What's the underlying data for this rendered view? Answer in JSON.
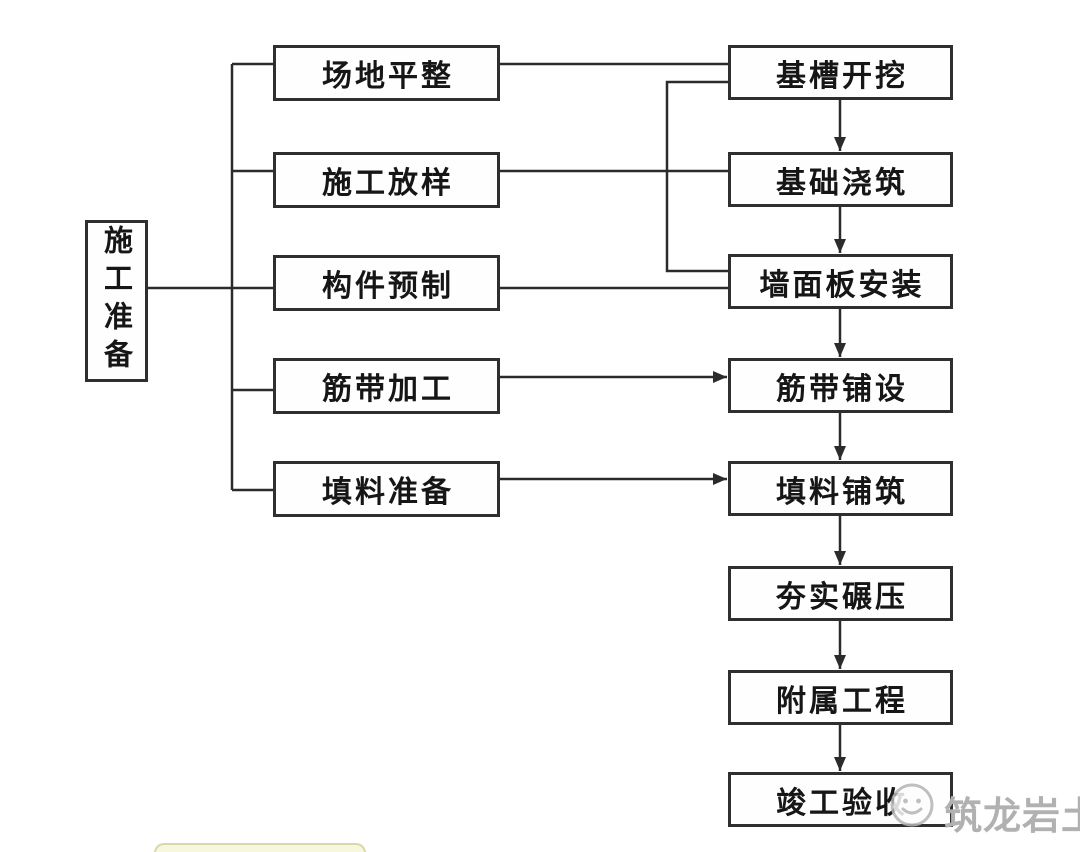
{
  "flowchart": {
    "root": {
      "label": "施工准备"
    },
    "prep_steps": [
      {
        "label": "场地平整"
      },
      {
        "label": "施工放样"
      },
      {
        "label": "构件预制"
      },
      {
        "label": "筋带加工"
      },
      {
        "label": "填料准备"
      }
    ],
    "main_steps": [
      {
        "label": "基槽开挖"
      },
      {
        "label": "基础浇筑"
      },
      {
        "label": "墙面板安装"
      },
      {
        "label": "筋带铺设"
      },
      {
        "label": "填料铺筑"
      },
      {
        "label": "夯实碾压"
      },
      {
        "label": "附属工程"
      },
      {
        "label": "竣工验收"
      }
    ],
    "colors": {
      "line": "#2b2b2b",
      "box_border": "#2f2f2f",
      "box_fill": "#fefefe",
      "text": "#161616"
    }
  },
  "watermark": {
    "icon": "smiley-face-icon",
    "text": "筑龙岩土",
    "color": "#b1b1b1"
  },
  "footer_shape": {
    "fill": "#f7f7de",
    "border": "#d8d8ac"
  }
}
